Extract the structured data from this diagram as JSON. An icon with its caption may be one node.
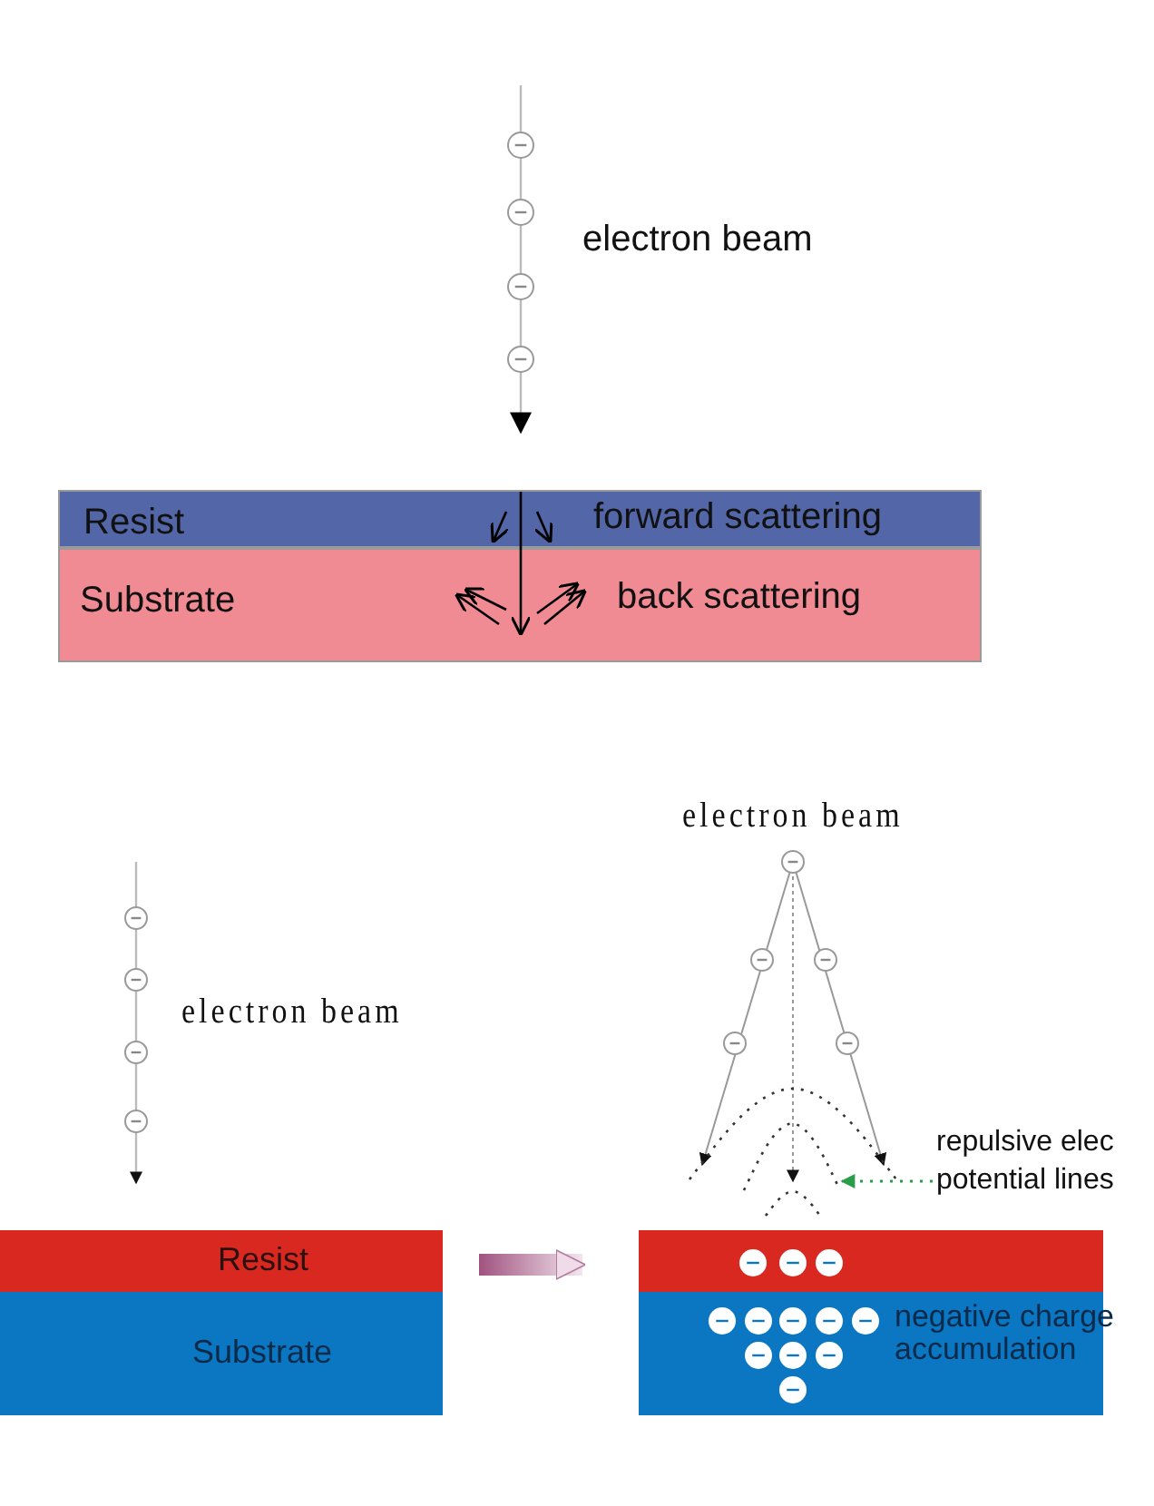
{
  "diagram": {
    "nodes": [
      {
        "text": [
          "Resist"
        ]
      },
      {
        "text": [
          "Substrate"
        ]
      },
      {
        "text": [
          "Resist"
        ]
      },
      {
        "text": [
          "Substrate"
        ]
      },
      {
        "text": [],
        "shape": "bar"
      },
      {
        "text": [],
        "shape": "bar"
      },
      {
        "text": [
          "repulsive elec potential lines"
        ]
      },
      {
        "text": [],
        "shape": "picture"
      }
    ],
    "edges": [
      {
        "from": 2,
        "to": 4,
        "arrow": "to",
        "style": "thick",
        "color": "#a0527f"
      },
      {
        "from": 6,
        "to": 7,
        "arrow": "to",
        "style": "dashed",
        "color": "#2a9d4a"
      },
      {
        "from": 0,
        "to": 1,
        "arrow": "to",
        "color": "#000000"
      }
    ],
    "labels": [
      "electron beam",
      "forward scattering",
      "back scattering",
      "electron beam",
      "electron beam",
      "negative charge accumulation"
    ]
  }
}
